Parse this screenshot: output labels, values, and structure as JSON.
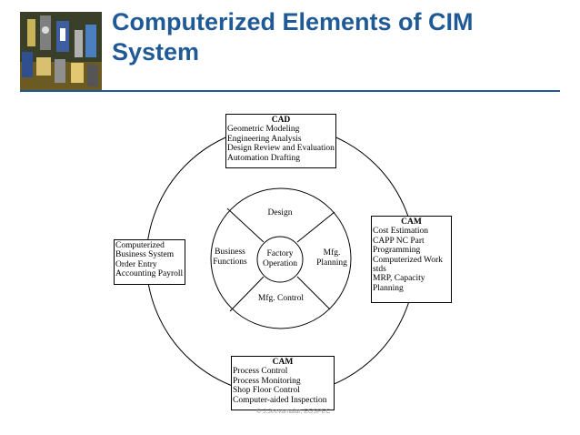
{
  "slide": {
    "title": "Computerized Elements of CIM System",
    "footer": "© J.Jeevamalar, EGSPEC"
  },
  "diagram": {
    "center": "Factory Operation",
    "inner": {
      "top": "Design",
      "left": "Business Functions",
      "right": "Mfg. Planning",
      "bottom": "Mfg. Control"
    },
    "boxes": {
      "top": {
        "header": "CAD",
        "lines": [
          "Geometric Modeling",
          "Engineering Analysis",
          "Design Review and Evaluation",
          "Automation Drafting"
        ]
      },
      "right": {
        "header": "CAM",
        "lines": [
          "Cost Estimation",
          "CAPP NC Part Programming",
          "Computerized Work stds",
          "MRP, Capacity Planning"
        ]
      },
      "bottom": {
        "header": "CAM",
        "lines": [
          "Process Control",
          "Process Monitoring",
          "Shop Floor Control",
          "Computer-aided Inspection"
        ]
      },
      "left": {
        "header": "",
        "lines": [
          "Computerized Business System",
          "Order Entry",
          "Accounting Payroll"
        ]
      }
    }
  }
}
